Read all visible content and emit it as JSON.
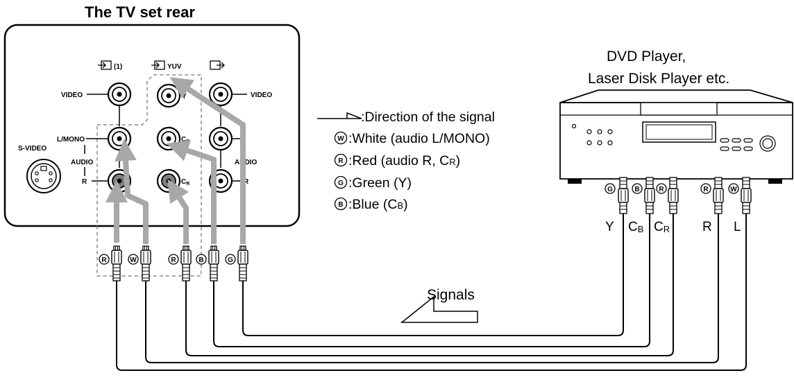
{
  "title": "The TV set rear",
  "device": {
    "line1": "DVD Player,",
    "line2": "Laser Disk Player etc."
  },
  "legend": {
    "direction": ":Direction of the signal",
    "white": ":White (audio L/MONO)",
    "red_prefix": ":Red (audio R, C",
    "red_sub": "R",
    "red_suffix": ")",
    "green": ":Green (Y)",
    "blue_prefix": ":Blue (C",
    "blue_sub": "B",
    "blue_suffix": ")"
  },
  "badges": {
    "w": "W",
    "r": "R",
    "g": "G",
    "b": "B"
  },
  "tv_panel": {
    "input1_label": "(1)",
    "yuv_label": "YUV",
    "video_left": "VIDEO",
    "video_right": "VIDEO",
    "lmono": "L/MONO",
    "audio_left": "AUDIO",
    "audio_right": "AUDIO",
    "r_left": "R",
    "r_right": "R",
    "y_jack": "Y",
    "cb_jack": "C",
    "cb_jack_sub": "B",
    "cr_jack": "C",
    "cr_jack_sub": "R",
    "svideo": "S-VIDEO"
  },
  "cable_labels": {
    "y": "Y",
    "cb_main": "C",
    "cb_sub": "B",
    "cr_main": "C",
    "cr_sub": "R",
    "r": "R",
    "l": "L"
  },
  "signals": "Signals"
}
